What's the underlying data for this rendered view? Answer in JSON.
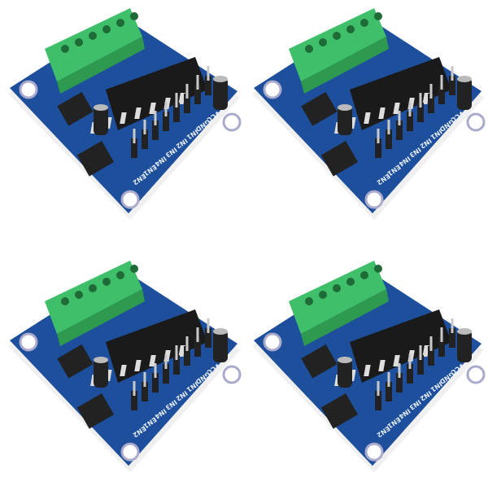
{
  "product": {
    "quantity_shown": 4,
    "pin_labels": [
      "EN2",
      "EN1",
      "IN4",
      "IN3",
      "IN2",
      "IN1",
      "GND",
      "VCC"
    ],
    "colors": {
      "pcb": "#1d4f9c",
      "terminal": "#3fbf6a",
      "chip": "#1a1a1a",
      "background": "#ffffff"
    }
  }
}
